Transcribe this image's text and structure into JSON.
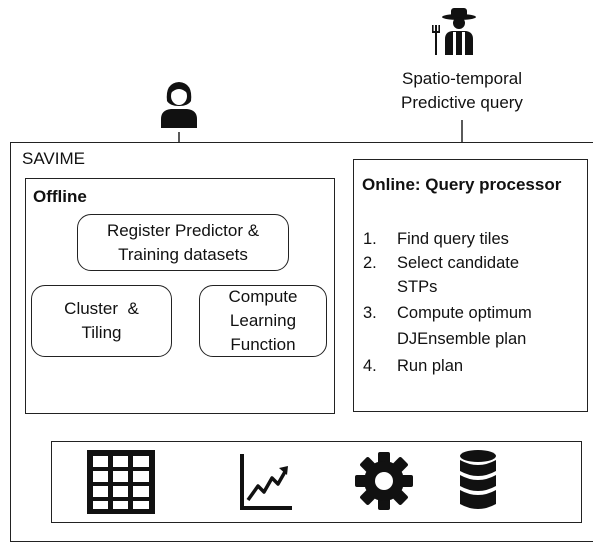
{
  "query_source": {
    "label_line1": "Spatio-temporal",
    "label_line2": "Predictive query",
    "icon": "farmer-icon"
  },
  "user": {
    "icon": "user-icon"
  },
  "system": {
    "title": "SAVIME"
  },
  "offline": {
    "title": "Offline",
    "register": {
      "line1": "Register Predictor &",
      "line2": "Training datasets"
    },
    "cluster": {
      "line1": "Cluster  &",
      "line2": "Tiling"
    },
    "compute": {
      "line1": "Compute",
      "line2": "Learning",
      "line3": "Function"
    }
  },
  "online": {
    "title": "Online: Query processor",
    "steps": [
      {
        "num": "1.",
        "line1": "Find query tiles",
        "line2": ""
      },
      {
        "num": "2.",
        "line1": "Select candidate",
        "line2": "STPs"
      },
      {
        "num": "3.",
        "line1": "Compute optimum",
        "line2": "DJEnsemble plan"
      },
      {
        "num": "4.",
        "line1": "Run plan",
        "line2": ""
      }
    ]
  },
  "storage": {
    "icons": [
      "grid-table-icon",
      "line-chart-icon",
      "gear-icon",
      "database-icon"
    ]
  }
}
